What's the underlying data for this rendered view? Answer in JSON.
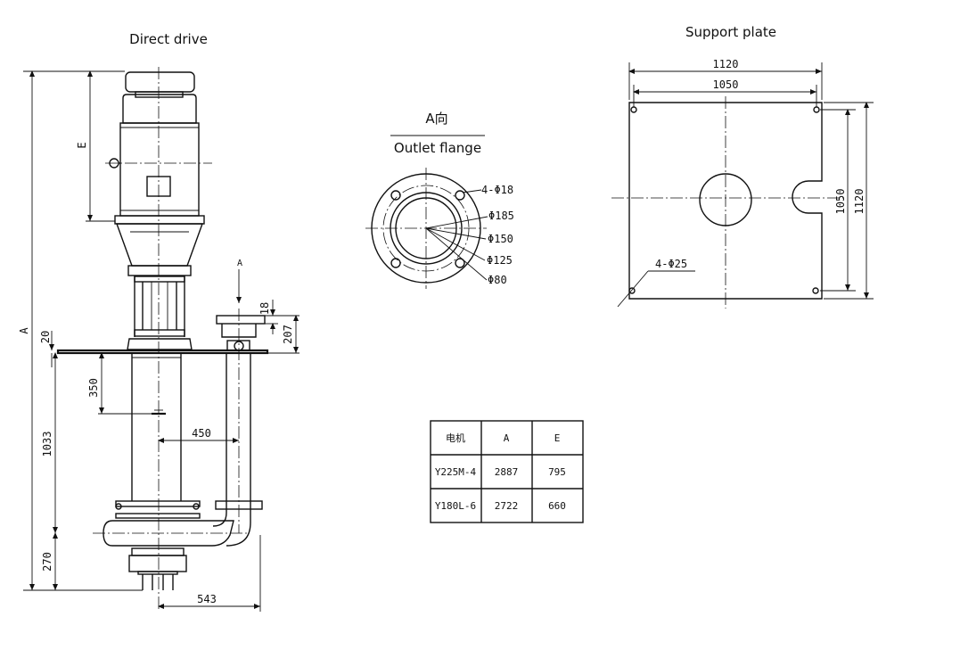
{
  "titles": {
    "direct_drive": "Direct drive",
    "support_plate": "Support plate",
    "view_a": "A向",
    "outlet_flange": "Outlet flange"
  },
  "pump_dims": {
    "A": "A",
    "E": "E",
    "arrow_A": "A",
    "d18": "18",
    "d207": "207",
    "d20": "20",
    "d350": "350",
    "d1033": "1033",
    "d450": "450",
    "d270": "270",
    "d543": "543"
  },
  "flange_dims": {
    "holes": "4-Φ18",
    "d185": "Φ185",
    "d150": "Φ150",
    "d125": "Φ125",
    "d80": "Φ80"
  },
  "plate_dims": {
    "w1120": "1120",
    "w1050": "1050",
    "h1050": "1050",
    "h1120": "1120",
    "holes": "4-Φ25"
  },
  "table": {
    "headers": [
      "电机",
      "A",
      "E"
    ],
    "rows": [
      [
        "Y225M-4",
        "2887",
        "795"
      ],
      [
        "Y180L-6",
        "2722",
        "660"
      ]
    ]
  }
}
